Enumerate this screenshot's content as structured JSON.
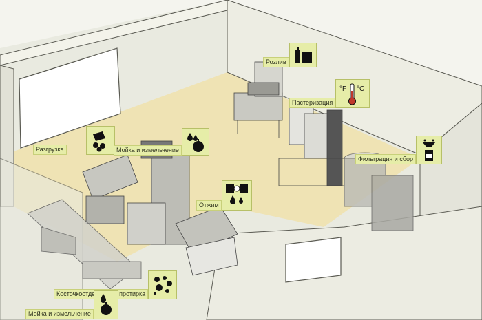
{
  "scene": {
    "labels": [
      {
        "id": "razliv",
        "text": "Розлив",
        "icon": "bottle-and-box-icon"
      },
      {
        "id": "pasteurization",
        "text": "Пастеризация",
        "icon": "thermometer-icon"
      },
      {
        "id": "filtration",
        "text": "Фильтрация и сбор",
        "icon": "filter-container-icon"
      },
      {
        "id": "unloading",
        "text": "Разгрузка",
        "icon": "unloading-crate-icon"
      },
      {
        "id": "wash-grind-top",
        "text": "Мойка и измельчение",
        "icon": "water-drops-apple-icon"
      },
      {
        "id": "pressing",
        "text": "Отжим",
        "icon": "press-drops-icon"
      },
      {
        "id": "pitting",
        "text": "Косточкоотделение и протирка",
        "icon": "seeds-pulp-icon"
      },
      {
        "id": "wash-grind-bottom",
        "text": "Мойка и измельчение",
        "icon": "water-drop-apple-icon"
      }
    ],
    "colors": {
      "floor": "#efe3b4",
      "wall": "#eaeadf",
      "wall_edge": "#5a5a52",
      "equipment": "#c9c9c2",
      "tag_bg": "#e6eda8"
    }
  }
}
